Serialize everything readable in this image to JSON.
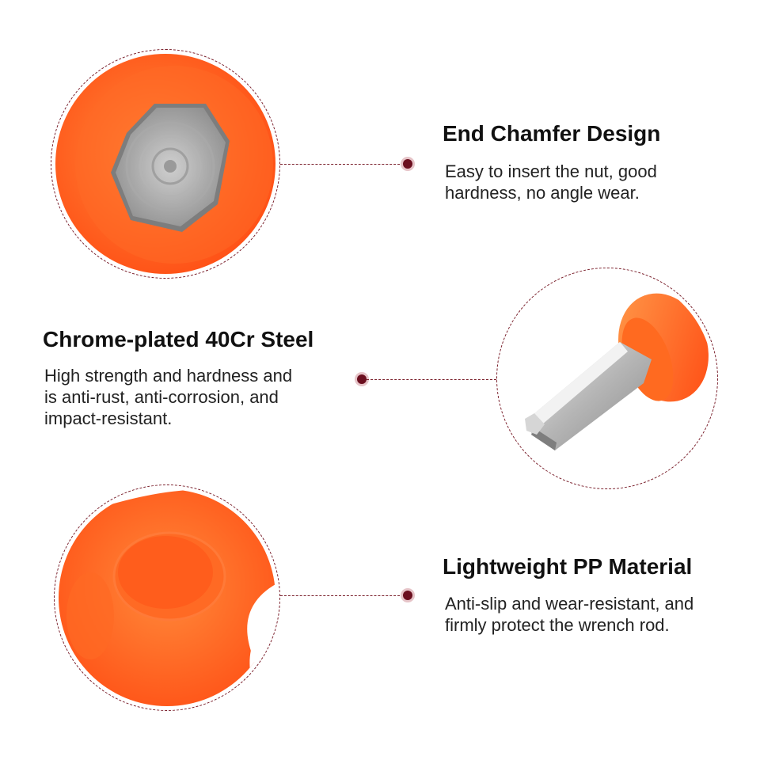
{
  "features": [
    {
      "title": "End Chamfer Design",
      "description_lines": [
        "Easy to insert the nut, good",
        "hardness, no angle wear."
      ],
      "image_icon": "hex-end-icon"
    },
    {
      "title": "Chrome-plated 40Cr Steel",
      "description_lines": [
        "High strength and hardness and",
        "is anti-rust, anti-corrosion, and",
        "impact-resistant."
      ],
      "image_icon": "steel-shaft-icon"
    },
    {
      "title": "Lightweight PP Material",
      "description_lines": [
        "Anti-slip and wear-resistant, and",
        "firmly protect the wrench rod."
      ],
      "image_icon": "handle-icon"
    }
  ],
  "colors": {
    "handle_orange": "#ff5a1f",
    "accent_dark_red": "#6b0f1f",
    "steel_gray": "#c9c9c9"
  }
}
